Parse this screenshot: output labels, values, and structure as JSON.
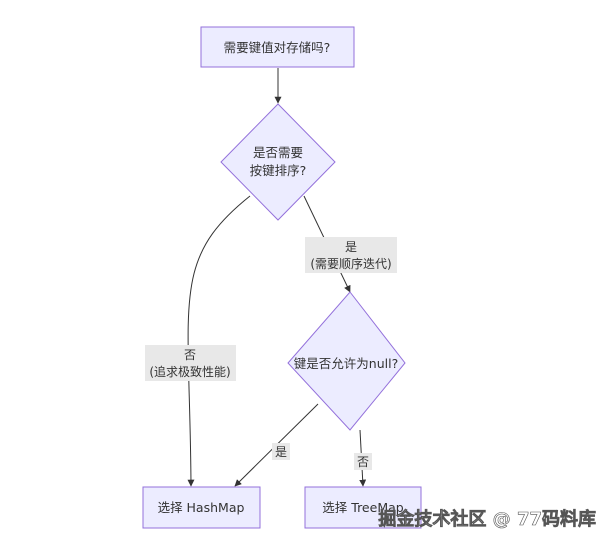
{
  "nodes": {
    "start": {
      "label": "需要键值对存储吗?"
    },
    "decision_sort": {
      "lines": [
        "是否需要",
        "按键排序?"
      ]
    },
    "decision_null": {
      "label": "键是否允许为null?"
    },
    "hashmap": {
      "label": "选择 HashMap"
    },
    "treemap": {
      "label": "选择 TreeMap"
    }
  },
  "edges": {
    "sort_yes": {
      "lines": [
        "是",
        "(需要顺序迭代)"
      ]
    },
    "sort_no": {
      "lines": [
        "否",
        "(追求极致性能)"
      ]
    },
    "null_yes": {
      "label": "是"
    },
    "null_no": {
      "label": "否"
    }
  },
  "watermark": {
    "text": "掘金技术社区 @ 77码料库"
  },
  "colors": {
    "node_fill": "#ECECFF",
    "node_stroke": "#9370DB",
    "edge": "#333333",
    "label_bg": "#e8e8e8"
  }
}
